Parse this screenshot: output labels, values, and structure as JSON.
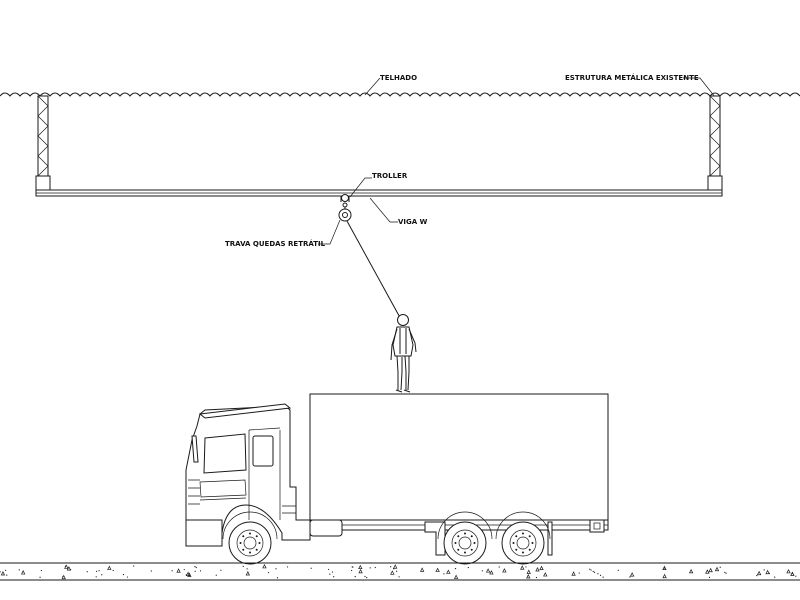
{
  "labels": {
    "roof": "TELHADO",
    "existing_structure": "ESTRUTURA METÁLICA EXISTENTE",
    "trolley": "TROLLER",
    "beam": "VIGA W",
    "fall_arrester": "TRAVA QUEDAS RETRÁTIL"
  },
  "colors": {
    "line": "#1a1a1a",
    "background": "#ffffff"
  }
}
